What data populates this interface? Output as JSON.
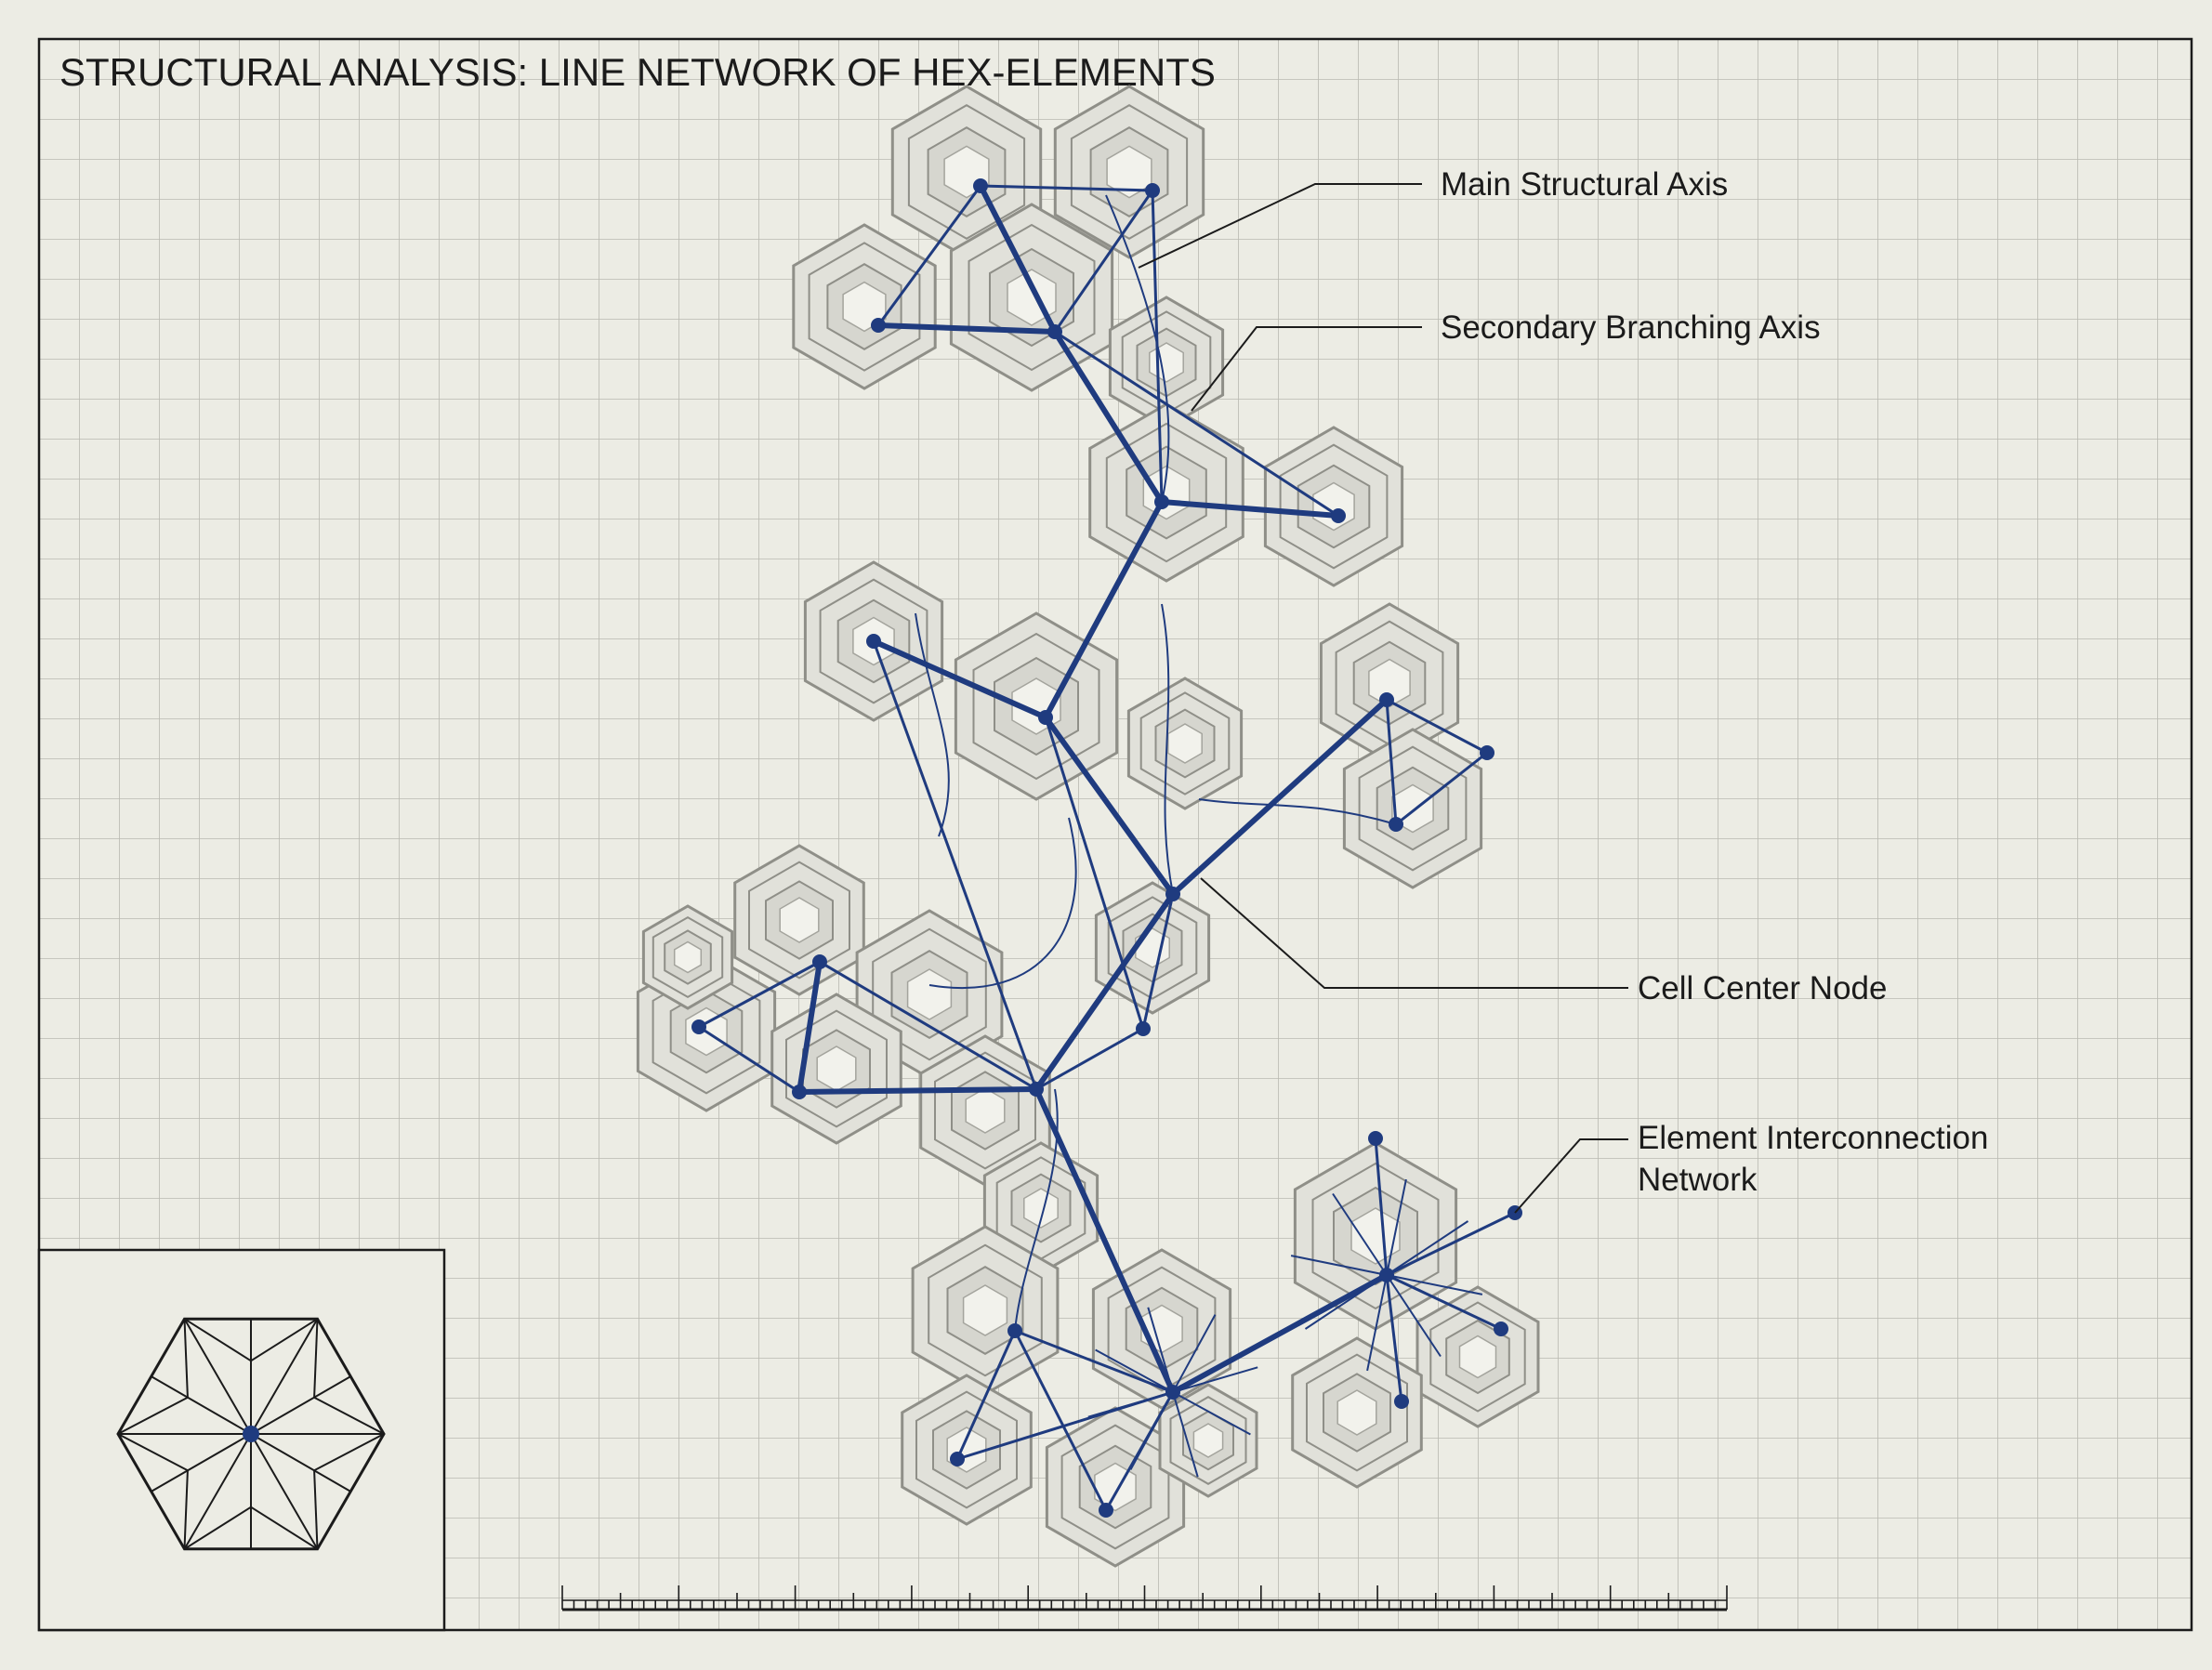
{
  "title": "STRUCTURAL ANALYSIS: LINE NETWORK OF HEX-ELEMENTS",
  "callouts": {
    "main_axis": "Main Structural Axis",
    "secondary_axis": "Secondary Branching Axis",
    "cell_center": "Cell Center Node",
    "interconnection_line1": "Element Interconnection",
    "interconnection_line2": "Network"
  },
  "colors": {
    "paper": "#ecece4",
    "grid": "#b9b9b1",
    "ink": "#1b1b1b",
    "network": "#1f3b7f",
    "structure_fill": "#e1e1da",
    "structure_stroke": "#8f8f88"
  }
}
